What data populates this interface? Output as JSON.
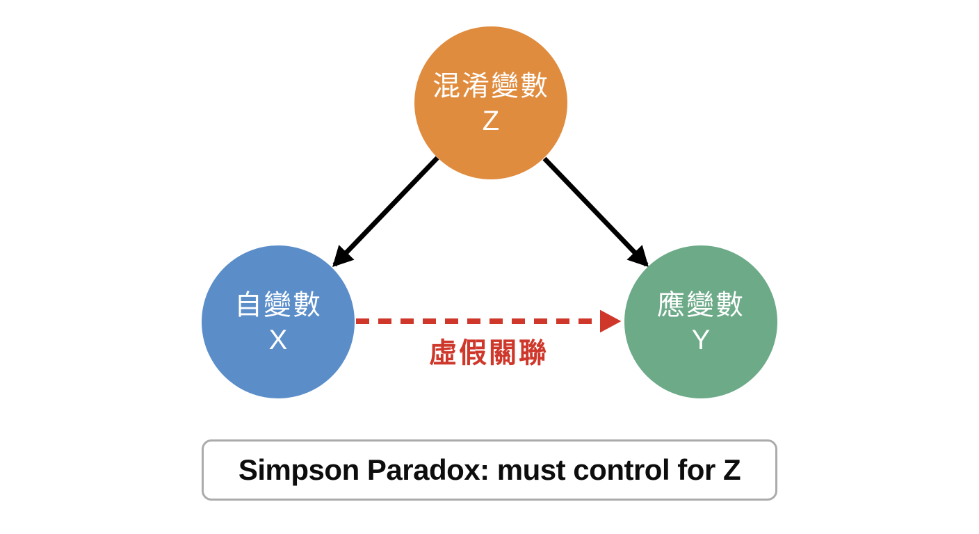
{
  "diagram": {
    "background": "#FFFFFF",
    "nodes": [
      {
        "role": "confounder",
        "label": "混淆變數",
        "symbol": "Z",
        "color": "#E08C3F",
        "text_color": "#FFFFFF"
      },
      {
        "role": "independent",
        "label": "自變數",
        "symbol": "X",
        "color": "#5B8EC9",
        "text_color": "#FFFFFF"
      },
      {
        "role": "dependent",
        "label": "應變數",
        "symbol": "Y",
        "color": "#6CAA88",
        "text_color": "#FFFFFF"
      }
    ],
    "edges": [
      {
        "from": "Z",
        "to": "X",
        "style": "solid",
        "color": "#000000",
        "label": ""
      },
      {
        "from": "Z",
        "to": "Y",
        "style": "solid",
        "color": "#000000",
        "label": ""
      },
      {
        "from": "X",
        "to": "Y",
        "style": "dashed",
        "color": "#CE372A",
        "label": "虛假關聯"
      }
    ],
    "caption": "Simpson Paradox: must control for Z",
    "caption_border_color": "#ABABAB"
  }
}
